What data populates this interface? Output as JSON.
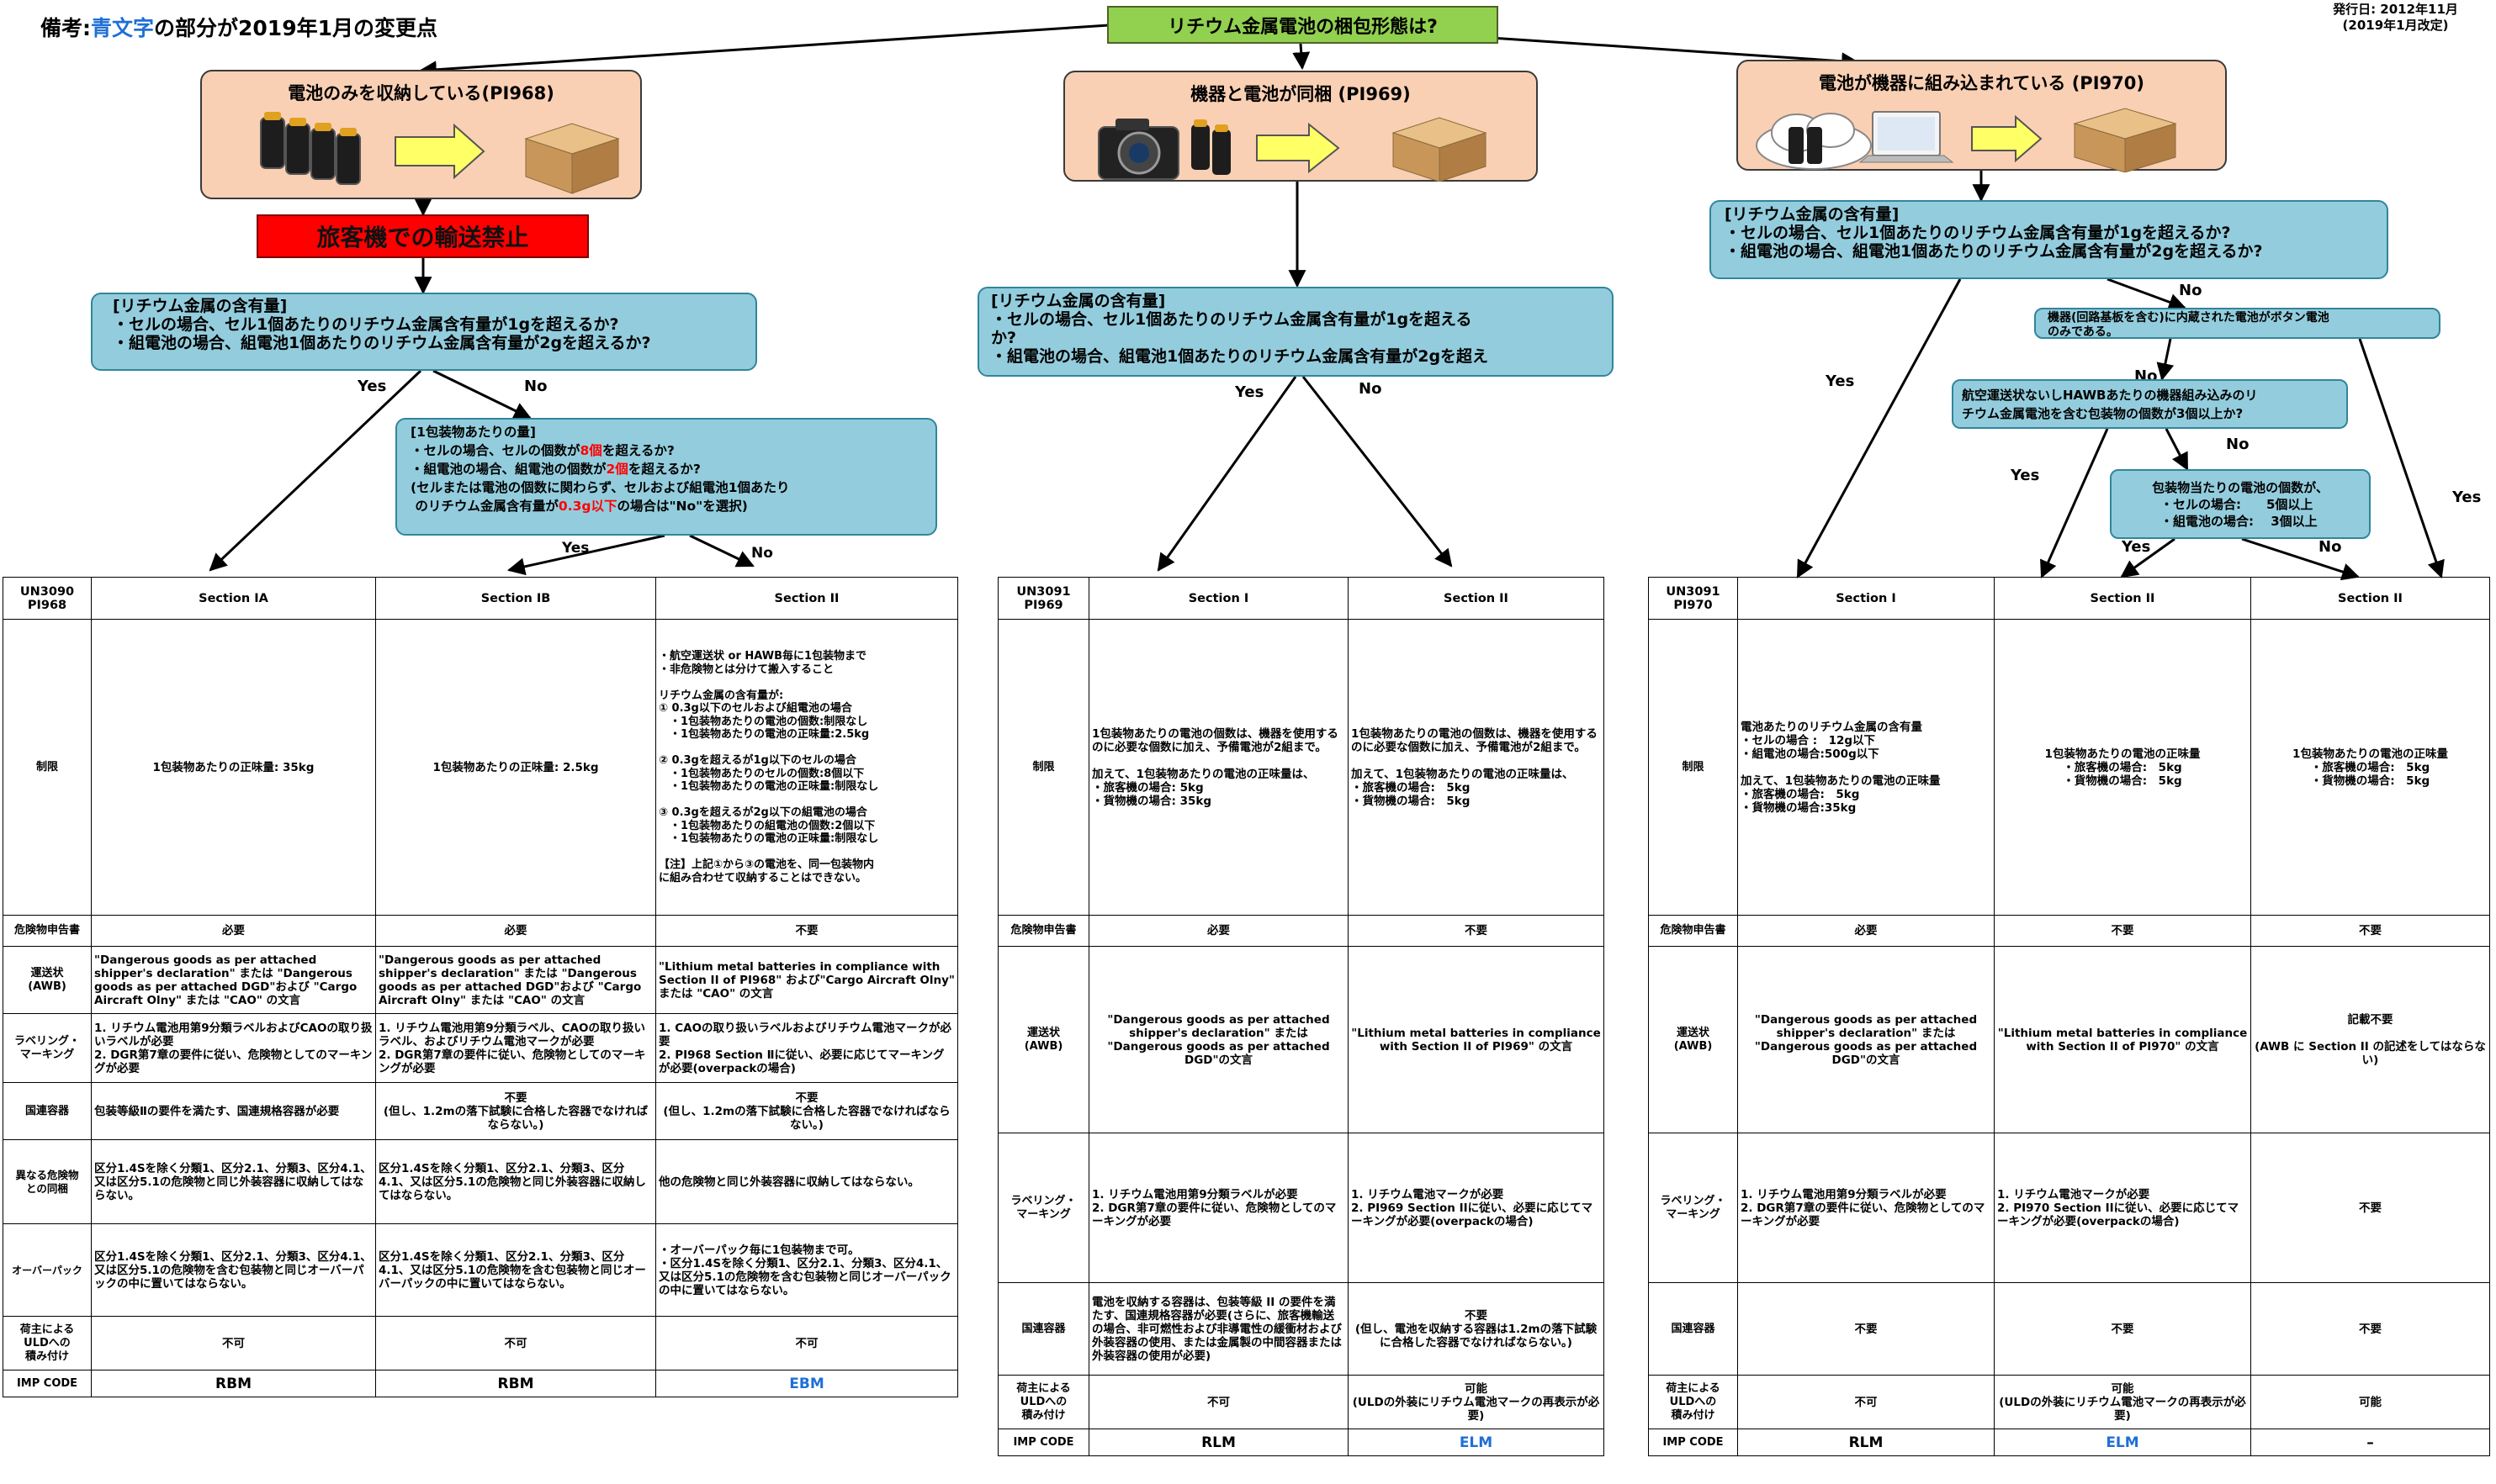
{
  "note": {
    "prefix": "備考:",
    "blue": "青文字",
    "suffix": "の部分が2019年1月の変更点"
  },
  "issued": {
    "line1": "発行日: 2012年11月",
    "line2": "(2019年1月改定)"
  },
  "question": "リチウム金属電池の梱包形態は?",
  "branches": [
    {
      "title": "電池のみを収納している(PI968)"
    },
    {
      "title": "機器と電池が同梱 (PI969)"
    },
    {
      "title": "電池が機器に組み込まれている (PI970)"
    }
  ],
  "ban": "旅客機での輸送禁止",
  "q968": {
    "l1": "[リチウム金属の含有量]",
    "l2": "・セルの場合、セル1個あたりのリチウム金属含有量が1gを超えるか?",
    "l3": "・組電池の場合、組電池1個あたりのリチウム金属含有量が2gを超えるか?"
  },
  "q969": {
    "l1": "[リチウム金属の含有量]",
    "l2": "・セルの場合、セル1個あたりのリチウム金属含有量が1gを超える",
    "l2b": "か?",
    "l3": "・組電池の場合、組電池1個あたりのリチウム金属含有量が2gを超え"
  },
  "q970": {
    "l1": "[リチウム金属の含有量]",
    "l2": "・セルの場合、セル1個あたりのリチウム金属含有量が1gを超えるか?",
    "l3": "・組電池の場合、組電池1個あたりのリチウム金属含有量が2gを超えるか?"
  },
  "qpkg": {
    "l1": "[1包装物あたりの量]",
    "l2a": "・セルの場合、セルの個数が",
    "l2r": "8個",
    "l2b": "を超えるか?",
    "l3a": "・組電池の場合、組電池の個数が",
    "l3r": "2個",
    "l3b": "を超えるか?",
    "l4": "(セルまたは電池の個数に関わらず、セルおよび組電池1個あたり",
    "l5a": "のリチウム金属含有量が",
    "l5r": "0.3g以下",
    "l5b": "の場合は\"No\"を選択)"
  },
  "qbtn": {
    "l1": "機器(回路基板を含む)に内蔵された電池がボタン電池",
    "l2": "のみである。"
  },
  "qcnt": {
    "l1": "航空運送状ないしHAWBあたりの機器組み込みのリ",
    "l2": "チウム金属電池を含む包装物の個数が3個以上か?"
  },
  "qpp": {
    "l1": "包装物当たりの電池の個数が、",
    "l2": "・セルの場合:　　5個以上",
    "l3": "・組電池の場合:　 3個以上"
  },
  "yes": "Yes",
  "no": "No",
  "t968": {
    "hdr": [
      "UN3090\nPI968",
      "Section IA",
      "Section IB",
      "Section II"
    ],
    "rows": [
      [
        "制限",
        "1包装物あたりの正味量: 35kg",
        "1包装物あたりの正味量: 2.5kg",
        "・航空運送状 or HAWB毎に1包装物まで\n・非危険物とは分けて搬入すること\n\nリチウム金属の含有量が:\n① 0.3g以下のセルおよび組電池の場合\n　・1包装物あたりの電池の個数:制限なし\n　・1包装物あたりの電池の正味量:2.5kg\n\n② 0.3gを超えるが1g以下のセルの場合\n　・1包装物あたりのセルの個数:8個以下\n　・1包装物あたりの電池の正味量:制限なし\n\n③ 0.3gを超えるが2g以下の組電池の場合\n　・1包装物あたりの組電池の個数:2個以下\n　・1包装物あたりの電池の正味量:制限なし\n\n【注】上記①から③の電池を、同一包装物内\nに組み合わせて収納することはできない。"
      ],
      [
        "危険物申告書",
        "必要",
        "必要",
        "不要"
      ],
      [
        "運送状\n(AWB)",
        "\"Dangerous goods as per attached shipper's declaration\" または \"Dangerous goods as per attached DGD\"および \"Cargo Aircraft Olny\" または \"CAO\" の文言",
        "\"Dangerous goods as per attached shipper's declaration\" または \"Dangerous goods as per attached DGD\"および \"Cargo Aircraft Olny\" または \"CAO\" の文言",
        "\"Lithium metal batteries in compliance with Section II of PI968\" および\"Cargo Aircraft Olny\" または \"CAO\" の文言"
      ],
      [
        "ラベリング・\nマーキング",
        "1. リチウム電池用第9分類ラベルおよびCAOの取り扱いラベルが必要\n2. DGR第7章の要件に従い、危険物としてのマーキングが必要",
        "1. リチウム電池用第9分類ラベル、CAOの取り扱いラベル、およびリチウム電池マークが必要\n2. DGR第7章の要件に従い、危険物としてのマーキングが必要",
        "1. CAOの取り扱いラベルおよびリチウム電池マークが必要\n2. PI968 Section Ⅱに従い、必要に応じてマーキングが必要(overpackの場合)"
      ],
      [
        "国連容器",
        "包装等級Ⅱの要件を満たす、国連規格容器が必要",
        "不要\n(但し、1.2mの落下試験に合格した容器でなければならない。)",
        "不要\n(但し、1.2mの落下試験に合格した容器でなければならない。)"
      ],
      [
        "異なる危険物\nとの同梱",
        "区分1.4Sを除く分類1、区分2.1、分類3、区分4.1、又は区分5.1の危険物と同じ外装容器に収納してはならない。",
        "区分1.4Sを除く分類1、区分2.1、分類3、区分4.1、又は区分5.1の危険物と同じ外装容器に収納してはならない。",
        "他の危険物と同じ外装容器に収納してはならない。"
      ],
      [
        "オーバーパック",
        "区分1.4Sを除く分類1、区分2.1、分類3、区分4.1、又は区分5.1の危険物を含む包装物と同じオーバーパックの中に置いてはならない。",
        "区分1.4Sを除く分類1、区分2.1、分類3、区分4.1、又は区分5.1の危険物を含む包装物と同じオーバーパックの中に置いてはならない。",
        "・オーバーパック毎に1包装物まで可。\n・区分1.4Sを除く分類1、区分2.1、分類3、区分4.1、又は区分5.1の危険物を含む包装物と同じオーバーパックの中に置いてはならない。"
      ],
      [
        "荷主による\nULDへの\n積み付け",
        "不可",
        "不可",
        "不可"
      ],
      [
        "IMP CODE",
        "RBM",
        "RBM",
        "EBM"
      ]
    ]
  },
  "t969": {
    "hdr": [
      "UN3091\nPI969",
      "Section I",
      "Section II"
    ],
    "rows": [
      [
        "制限",
        "1包装物あたりの電池の個数は、機器を使用するのに必要な個数に加え、予備電池が2組まで。\n\n加えて、1包装物あたりの電池の正味量は、\n・旅客機の場合: 5kg\n・貨物機の場合: 35kg",
        "1包装物あたりの電池の個数は、機器を使用するのに必要な個数に加え、予備電池が2組まで。\n\n加えて、1包装物あたりの電池の正味量は、\n・旅客機の場合:　5kg\n・貨物機の場合:　5kg"
      ],
      [
        "危険物申告書",
        "必要",
        "不要"
      ],
      [
        "運送状\n(AWB)",
        "\"Dangerous goods as per attached shipper's declaration\" または \"Dangerous goods as per attached DGD\"の文言",
        "\"Lithium metal batteries in compliance with Section II of PI969\" の文言"
      ],
      [
        "ラベリング・\nマーキング",
        "1. リチウム電池用第9分類ラベルが必要\n2. DGR第7章の要件に従い、危険物としてのマーキングが必要",
        "1. リチウム電池マークが必要\n2. PI969 Section IIに従い、必要に応じてマーキングが必要(overpackの場合)"
      ],
      [
        "国連容器",
        "電池を収納する容器は、包装等級 II の要件を満たす、国連規格容器が必要(さらに、旅客機輸送の場合、非可燃性および非導電性の緩衝材および外装容器の使用、または金属製の中間容器または外装容器の使用が必要)",
        "不要\n(但し、電池を収納する容器は1.2mの落下試験に合格した容器でなければならない。)"
      ],
      [
        "荷主による\nULDへの\n積み付け",
        "不可",
        "可能\n(ULDの外装にリチウム電池マークの再表示が必要)"
      ],
      [
        "IMP CODE",
        "RLM",
        "ELM"
      ]
    ]
  },
  "t970": {
    "hdr": [
      "UN3091\nPI970",
      "Section I",
      "Section II",
      "Section II"
    ],
    "rows": [
      [
        "制限",
        "電池あたりのリチウム金属の含有量\n・セルの場合 :　12g以下\n・組電池の場合:500g以下\n\n加えて、1包装物あたりの電池の正味量\n・旅客機の場合:　5kg\n・貨物機の場合:35kg",
        "1包装物あたりの電池の正味量\n・旅客機の場合:　5kg\n・貨物機の場合:　5kg",
        "1包装物あたりの電池の正味量\n・旅客機の場合:　5kg\n・貨物機の場合:　5kg"
      ],
      [
        "危険物申告書",
        "必要",
        "不要",
        "不要"
      ],
      [
        "運送状\n(AWB)",
        "\"Dangerous goods as per attached shipper's declaration\" または \"Dangerous goods as per attached DGD\"の文言",
        "\"Lithium metal batteries in compliance with Section II of PI970\" の文言",
        "記載不要\n\n(AWB に Section II の記述をしてはならない)"
      ],
      [
        "ラベリング・\nマーキング",
        "1. リチウム電池用第9分類ラベルが必要\n2. DGR第7章の要件に従い、危険物としてのマーキングが必要",
        "1. リチウム電池マークが必要\n2. PI970 Section IIに従い、必要に応じてマーキングが必要(overpackの場合)",
        "不要"
      ],
      [
        "国連容器",
        "不要",
        "不要",
        "不要"
      ],
      [
        "荷主による\nULDへの\n積み付け",
        "不可",
        "可能\n(ULDの外装にリチウム電池マークの再表示が必要)",
        "可能"
      ],
      [
        "IMP CODE",
        "RLM",
        "ELM",
        "–"
      ]
    ]
  }
}
